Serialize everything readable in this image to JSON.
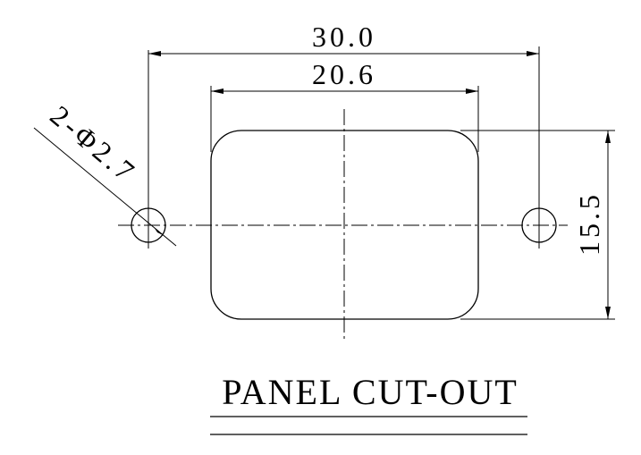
{
  "dimensions": {
    "overall_hole_spacing": "30.0",
    "cutout_width": "20.6",
    "cutout_height": "15.5",
    "hole_callout": "2-Φ2.7"
  },
  "title": "PANEL CUT-OUT"
}
